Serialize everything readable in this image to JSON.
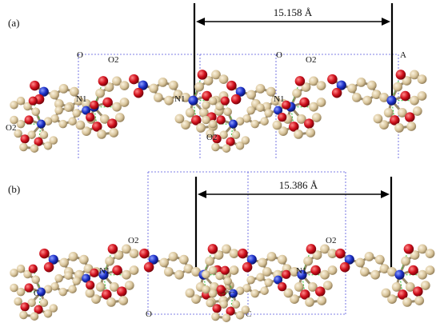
{
  "panel_a": {
    "label": "(a)",
    "distance": "15.158 Å",
    "axis_origin": "O",
    "axis_label": "A",
    "atom_labels": [
      "O2",
      "N1",
      "O2",
      "N1",
      "O2",
      "O",
      "O2",
      "N1"
    ]
  },
  "panel_b": {
    "label": "(b)",
    "distance": "15.386 Å",
    "axis_origin": "O",
    "axis_label": "C",
    "atom_labels": [
      "O2",
      "N1",
      "C",
      "O2",
      "N1",
      "C"
    ]
  },
  "colors": {
    "carbon": "#d8c7a0",
    "oxygen": "#c8141e",
    "nitrogen": "#1a2fc0",
    "bond": "#9a8a6a",
    "hbond": "#22c32a",
    "cell": "#5555dd"
  }
}
